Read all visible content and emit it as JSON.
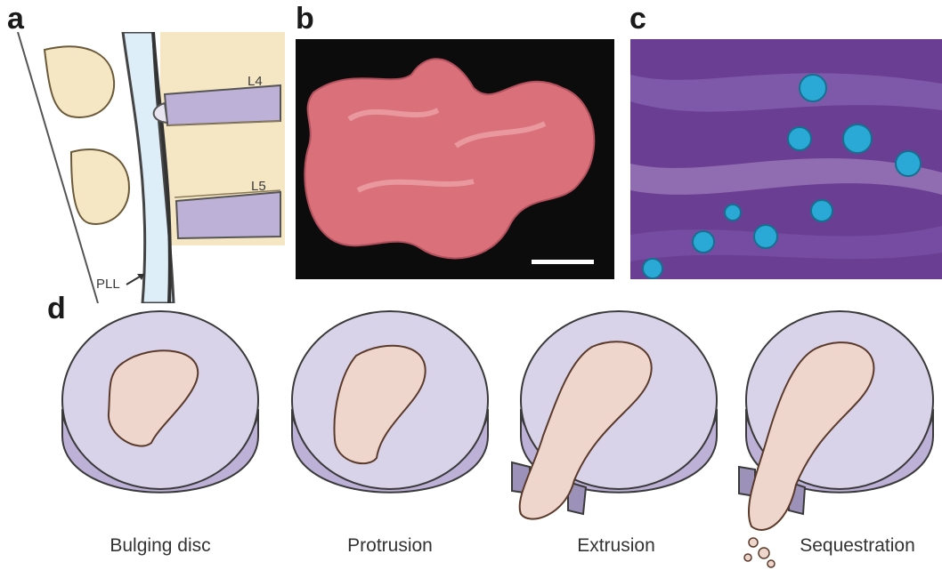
{
  "panels": {
    "a": {
      "letter": "a",
      "labels": {
        "l4": "L4",
        "l5": "L5",
        "pll": "PLL"
      }
    },
    "b": {
      "letter": "b"
    },
    "c": {
      "letter": "c"
    },
    "d": {
      "letter": "d"
    }
  },
  "discs": [
    {
      "caption": "Bulging disc"
    },
    {
      "caption": "Protrusion"
    },
    {
      "caption": "Extrusion"
    },
    {
      "caption": "Sequestration"
    }
  ],
  "colors": {
    "bone": "#f6e7c4",
    "disc": "#d9d3ea",
    "disc_side": "#bdb1d8",
    "nucleus": "#efd6cc",
    "canal": "#ddeef8",
    "tissue": "#d9707a",
    "stain_purple": "#6a3f93",
    "stain_blue": "#2aa9d6"
  }
}
